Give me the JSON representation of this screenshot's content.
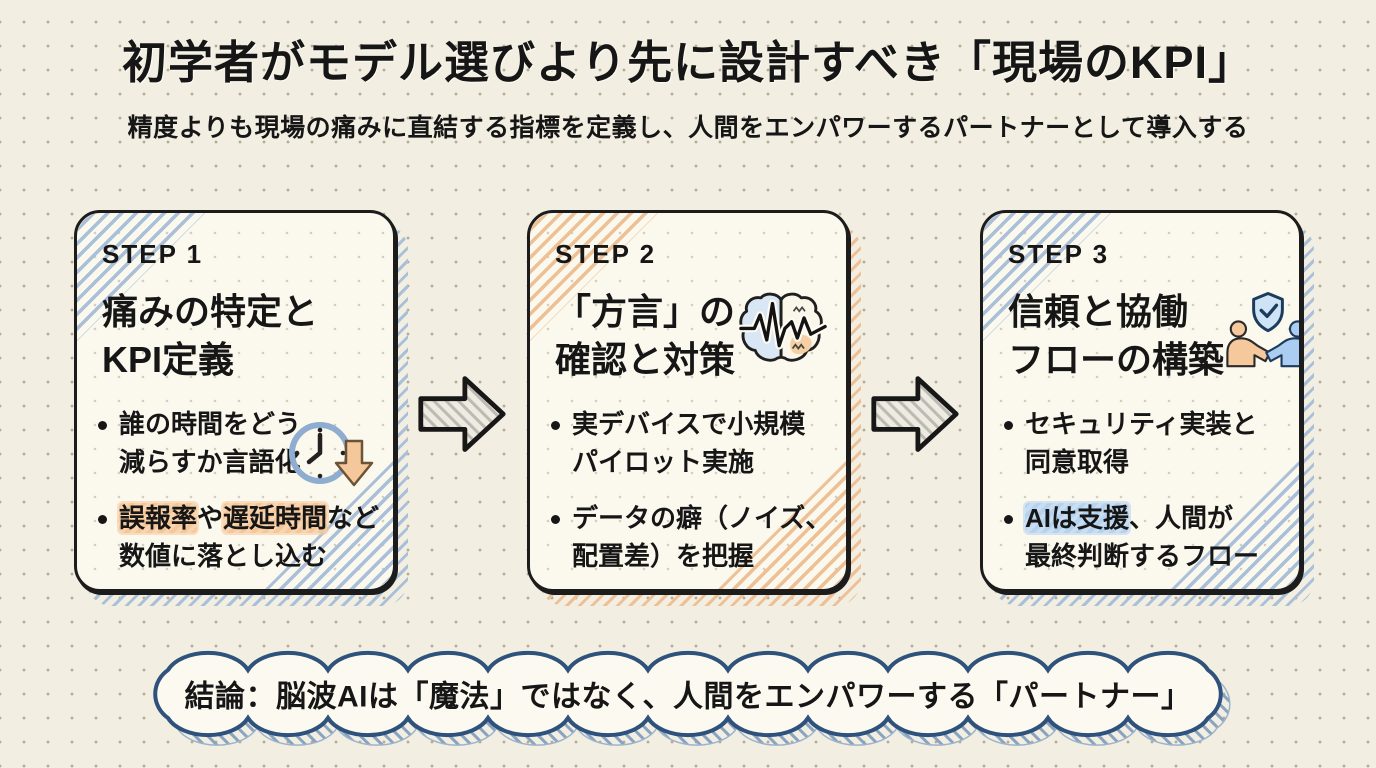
{
  "header": {
    "title": "初学者がモデル選びより先に設計すべき「現場のKPI」",
    "subtitle": "精度よりも現場の痛みに直結する指標を定義し、人間をエンパワーするパートナーとして導入する"
  },
  "steps": [
    {
      "label": "STEP 1",
      "title_lines": [
        "痛みの特定と",
        "KPI定義"
      ],
      "accent": "blue",
      "accent_color": "#a9c0d8",
      "icon": "clock-decrease-icon",
      "bullets": [
        {
          "lines": [
            "誰の時間をどう",
            "減らすか言語化"
          ]
        },
        {
          "segments": [
            {
              "text": "誤報率",
              "highlight": "orange"
            },
            {
              "text": "や",
              "highlight": "none"
            },
            {
              "text": "遅延時間",
              "highlight": "orange"
            },
            {
              "text": "など",
              "highlight": "none"
            }
          ],
          "line2": "数値に落とし込む"
        }
      ]
    },
    {
      "label": "STEP 2",
      "title_lines": [
        "「方言」の",
        "確認と対策"
      ],
      "accent": "orange",
      "accent_color": "#edc096",
      "icon": "brain-eeg-icon",
      "bullets": [
        {
          "lines": [
            "実デバイスで小規模",
            "パイロット実施"
          ]
        },
        {
          "lines": [
            "データの癖（ノイズ、",
            "配置差）を把握"
          ]
        }
      ]
    },
    {
      "label": "STEP 3",
      "title_lines": [
        "信頼と協働",
        "フローの構築"
      ],
      "accent": "blue",
      "accent_color": "#a9c0d8",
      "icon": "handshake-shield-icon",
      "bullets": [
        {
          "lines": [
            "セキュリティ実装と",
            "同意取得"
          ]
        },
        {
          "segments": [
            {
              "text": "AIは支援",
              "highlight": "blue"
            },
            {
              "text": "、人間が",
              "highlight": "none"
            }
          ],
          "line2": "最終判断するフロー"
        }
      ]
    }
  ],
  "conclusion": {
    "text": "結論：脳波AIは「魔法」ではなく、人間をエンパワーする「パートナー」"
  },
  "colors": {
    "page_background": "#f2efe2",
    "card_background": "#fbf8ee",
    "ink": "#1c1c1c",
    "blue_accent": "#a9c0d8",
    "orange_accent": "#edc096",
    "orange_highlight": "#f5c697",
    "blue_highlight": "#b5d2ee",
    "bubble_border": "#2e527c",
    "arrow_fill": "#d8d6cd"
  }
}
